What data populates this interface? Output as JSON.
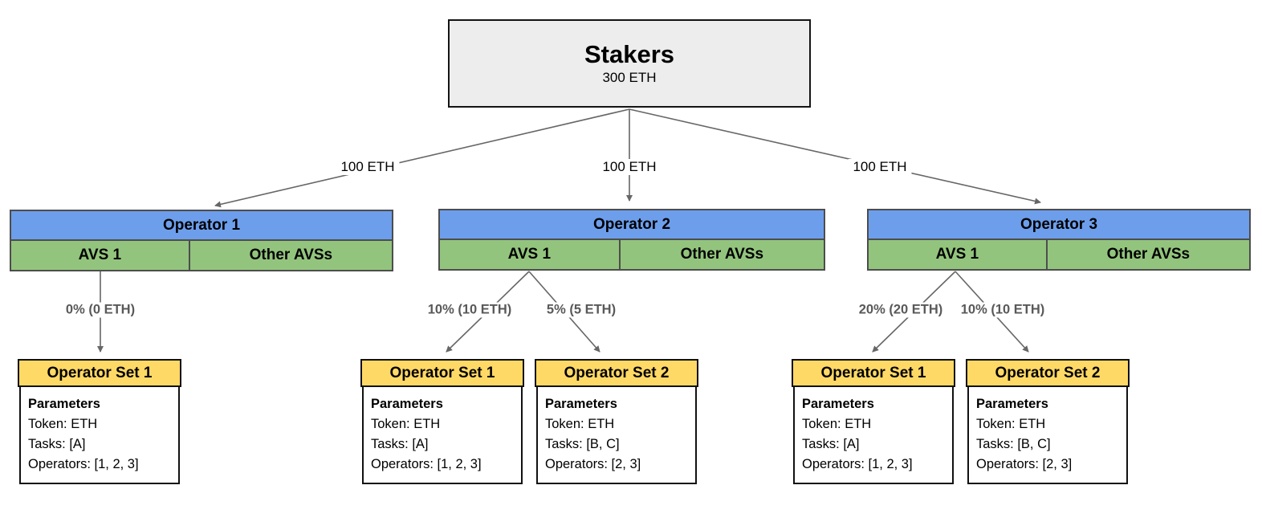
{
  "stakers": {
    "title": "Stakers",
    "subtitle": "300 ETH"
  },
  "stake_edges": [
    {
      "label": "100 ETH"
    },
    {
      "label": "100 ETH"
    },
    {
      "label": "100 ETH"
    }
  ],
  "allocation_edges": [
    {
      "label": "0% (0 ETH)"
    },
    {
      "label": "10% (10 ETH)"
    },
    {
      "label": "5% (5 ETH)"
    },
    {
      "label": "20% (20 ETH)"
    },
    {
      "label": "10% (10 ETH)"
    }
  ],
  "operators": [
    {
      "title": "Operator 1",
      "avs_label": "AVS 1",
      "other_label": "Other AVSs"
    },
    {
      "title": "Operator 2",
      "avs_label": "AVS 1",
      "other_label": "Other AVSs"
    },
    {
      "title": "Operator 3",
      "avs_label": "AVS 1",
      "other_label": "Other AVSs"
    }
  ],
  "operator_sets": [
    {
      "title": "Operator Set 1",
      "params_heading": "Parameters",
      "token": "Token: ETH",
      "tasks": "Tasks: [A]",
      "operators": "Operators: [1, 2, 3]"
    },
    {
      "title": "Operator Set 1",
      "params_heading": "Parameters",
      "token": "Token: ETH",
      "tasks": "Tasks: [A]",
      "operators": "Operators: [1, 2, 3]"
    },
    {
      "title": "Operator Set 2",
      "params_heading": "Parameters",
      "token": "Token: ETH",
      "tasks": "Tasks: [B, C]",
      "operators": "Operators: [2, 3]"
    },
    {
      "title": "Operator Set 1",
      "params_heading": "Parameters",
      "token": "Token: ETH",
      "tasks": "Tasks: [A]",
      "operators": "Operators: [1, 2, 3]"
    },
    {
      "title": "Operator Set 2",
      "params_heading": "Parameters",
      "token": "Token: ETH",
      "tasks": "Tasks: [B, C]",
      "operators": "Operators: [2, 3]"
    }
  ],
  "colors": {
    "stakers_fill": "#ededed",
    "operator_header_fill": "#6d9eeb",
    "avs_row_fill": "#93c47d",
    "operator_set_header_fill": "#ffd966",
    "operator_border": "#4d4d4d",
    "operator_set_border": "#111111",
    "connector_line": "#666666",
    "allocation_label_text": "#595959"
  }
}
